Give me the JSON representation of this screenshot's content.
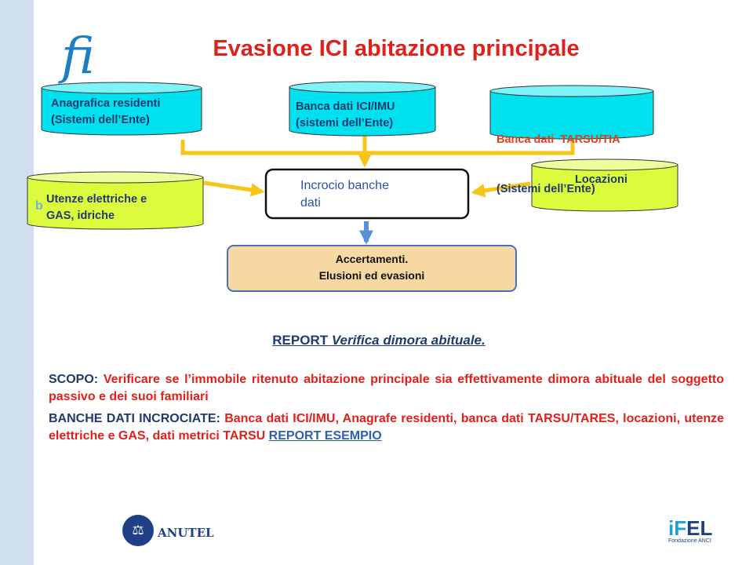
{
  "title": "Evasione ICI abitazione principale",
  "logo": {
    "text": "fi"
  },
  "diagram": {
    "anagrafica": {
      "line1": "Anagrafica residenti",
      "line2": "(Sistemi dell’Ente)"
    },
    "ici": {
      "line1": "Banca dati ICI/IMU",
      "line2": "(sistemi dell’Ente)"
    },
    "tarsu": {
      "line1": "Banca dati  TARSU/TIA",
      "line2": "(Sistemi dell’Ente)"
    },
    "utenze": {
      "marker": "b",
      "line1": "Utenze elettriche e",
      "line2": "GAS, idriche"
    },
    "locazioni": {
      "line1": "Locazioni"
    },
    "incrocio": {
      "line1": "Incrocio banche",
      "line2": "dati"
    },
    "accertamenti": {
      "line1": "Accertamenti.",
      "line2": "Elusioni ed evasioni"
    }
  },
  "report": {
    "prefix": "REPORT",
    "title": "Verifica dimora abituale."
  },
  "scopo": {
    "label": "SCOPO:",
    "text": "Verificare se l’immobile ritenuto abitazione principale sia effettivamente dimora abituale del soggetto passivo e dei suoi familiari"
  },
  "banche": {
    "label": "BANCHE DATI INCROCIATE:",
    "text": "Banca dati ICI/IMU, Anagrafe residenti, banca dati TARSU/TARES, locazioni, utenze elettriche e GAS, dati metrici TARSU",
    "link": "REPORT ESEMPIO"
  },
  "footer": {
    "anutel": {
      "seal": "⚖",
      "name": "ANUTEL"
    },
    "ifel": {
      "name_prefix": "iF",
      "name_suffix": "EL",
      "sub": "Fondazione ANCI"
    }
  },
  "colors": {
    "title_red": "#e0201b",
    "navy": "#1f3a6e",
    "cyan_cylinder": "#00e1f0",
    "lime_cylinder": "#dcfb3c",
    "connector_yellow": "#f5c518",
    "arrow_blue": "#5b8fd6",
    "box_tan": "#f6d8a2"
  }
}
